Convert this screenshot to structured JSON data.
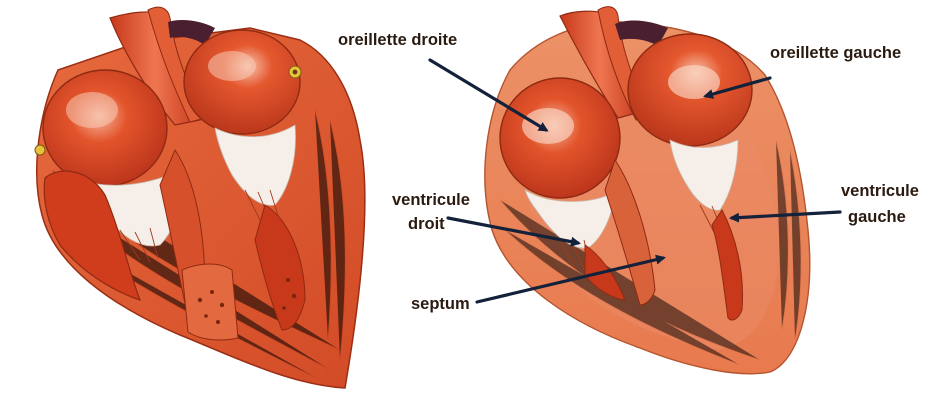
{
  "labels": {
    "oreillette_droite": "oreillette droite",
    "oreillette_gauche": "oreillette gauche",
    "ventricule_droit_line1": "ventricule",
    "ventricule_droit_line2": "droit",
    "ventricule_gauche_line1": "ventricule",
    "ventricule_gauche_line2": "gauche",
    "septum": "septum"
  },
  "colors": {
    "background": "#ffffff",
    "muscle": "#e0522a",
    "muscle_dark": "#b63a1c",
    "chamber": "#d8401f",
    "chamber_highlight": "#f3a98c",
    "valve_tissue": "#f4ece6",
    "outer_shell": "#e98a62",
    "arrow": "#14213a",
    "label_text": "#2a1a10"
  }
}
